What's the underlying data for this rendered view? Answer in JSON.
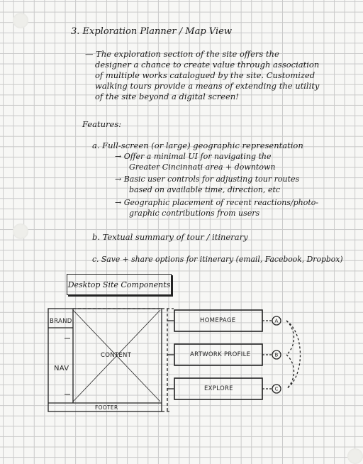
{
  "heading": "3. Exploration Planner / Map View",
  "intro_lines": [
    "— The exploration section of the site offers the",
    "designer a chance to create value through association",
    "of multiple works catalogued by the site. Customized",
    "walking tours provide a means of extending the utility",
    "of the site beyond a digital screen!"
  ],
  "features_label": "Features:",
  "feature_a": "a.  Full-screen (or large) geographic representation",
  "feature_a_items": [
    "→ Offer a minimal UI for navigating the",
    "Greater Cincinnati area + downtown",
    "→ Basic user controls for adjusting tour routes",
    "based on available time, direction, etc",
    "→ Geographic placement of recent reactions/photo-",
    "graphic contributions from users"
  ],
  "feature_b": "b.  Textual summary of tour / itinerary",
  "feature_c": "c.  Save + share options for itinerary (email, Facebook, Dropbox)",
  "components_title": "Desktop Site Components",
  "wireframe": {
    "brand": "BRAND",
    "nav": "NAV",
    "content": "CONTENT",
    "footer": "FOOTER"
  },
  "pages": [
    "HOMEPAGE",
    "ARTWORK PROFILE",
    "EXPLORE"
  ],
  "page_markers": [
    "A",
    "B",
    "C"
  ]
}
